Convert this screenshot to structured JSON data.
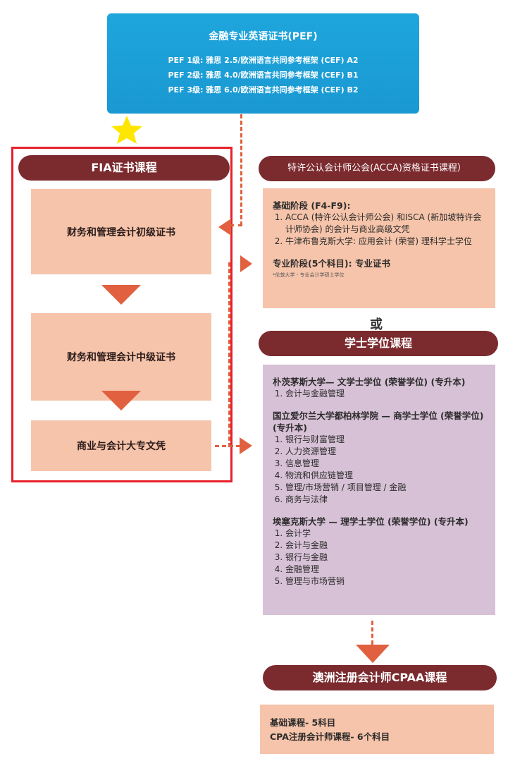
{
  "pef": {
    "title": "金融专业英语证书(PEF)",
    "levels": [
      "PEF 1级: 雅思 2.5/欧洲语言共同参考框架 (CEF) A2",
      "PEF 2级: 雅思 4.0/欧洲语言共同参考框架 (CEF) B1",
      "PEF 3级: 雅思 6.0/欧洲语言共同参考框架 (CEF) B2"
    ]
  },
  "fia": {
    "title": "FIA证书课程",
    "steps": [
      "财务和管理会计初级证书",
      "财务和管理会计中级证书",
      "商业与会计大专文凭"
    ]
  },
  "acca": {
    "title": "特许公认会计师公会(ACCA)资格证书课程）",
    "basic_heading": "基础阶段 (F4-F9):",
    "basic_items": [
      "ACCA (特许公认会计师公会) 和ISCA (新加坡特许会计师协会) 的会计与商业高级文凭",
      "牛津布鲁克斯大学: 应用会计 (荣誉) 理科学士学位"
    ],
    "pro_heading": "专业阶段(5个科目): 专业证书",
    "note": "*伦敦大学 - 专业会计学硕士学位"
  },
  "or_label": "或",
  "bachelor": {
    "title": "学士学位课程",
    "groups": [
      {
        "heading": "朴茨茅斯大学— 文学士学位 (荣誉学位) (专升本)",
        "items": [
          "会计与金融管理"
        ]
      },
      {
        "heading": "国立爱尔兰大学都柏林学院 — 商学士学位 (荣誉学位)(专升本)",
        "items": [
          "银行与财富管理",
          "人力资源管理",
          "信息管理",
          "物流和供应链管理",
          "管理/市场营销 / 项目管理 / 金融",
          "商务与法律"
        ]
      },
      {
        "heading": "埃塞克斯大学 — 理学士学位 (荣誉学位) (专升本)",
        "items": [
          "会计学",
          "会计与金融",
          "银行与金融",
          "金融管理",
          "管理与市场营销"
        ]
      }
    ]
  },
  "cpaa": {
    "title": "澳洲注册会计师CPAA课程",
    "lines": [
      "基础课程- 5科目",
      "CPA注册会计师课程- 6个科目"
    ]
  },
  "colors": {
    "pill": "#7b2a2e",
    "peach": "#f6c4aa",
    "purple": "#d7c1d6",
    "arrow": "#e0603f",
    "blue": "#1ea3d8",
    "highlight": "#e8202a",
    "star": "#ffe600"
  }
}
